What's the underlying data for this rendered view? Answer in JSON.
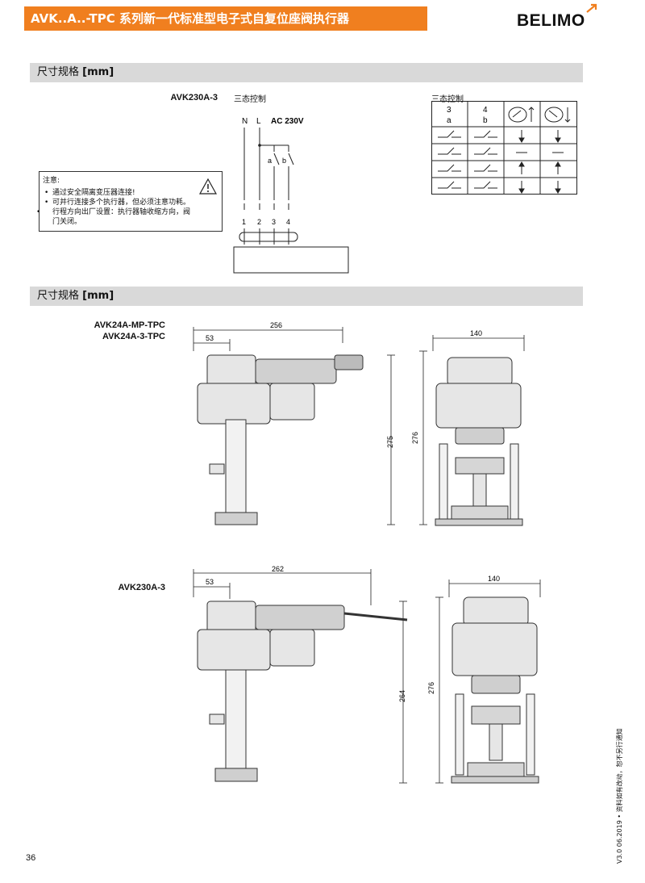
{
  "header": {
    "title": "AVK..A..-TPC 系列新一代标准型电子式自复位座阀执行器",
    "logo": "BELIMO",
    "brand_color": "#f07f1f"
  },
  "section1": {
    "title_prefix": "尺寸规格",
    "title_unit": "[mm]",
    "model": "AVK230A-3",
    "wiring_label": "三态控制",
    "terminals": [
      "N",
      "L"
    ],
    "supply": "AC 230V",
    "switch_labels": [
      "a",
      "b"
    ],
    "terminal_numbers": [
      "1",
      "2",
      "3",
      "4"
    ],
    "table_title": "三态控制",
    "table_headers": [
      "3",
      "a",
      "4",
      "b"
    ],
    "note": {
      "title": "注意:",
      "items": [
        "通过安全隔离变压器连接!",
        "可并行连接多个执行器，但必须注意功耗。",
        "行程方向出厂设置：执行器轴收缩方向，阀门关闭。"
      ]
    }
  },
  "section2": {
    "title_prefix": "尺寸规格",
    "title_unit": "[mm]",
    "models_top": [
      "AVK24A-MP-TPC",
      "AVK24A-3-TPC"
    ],
    "model_bottom": "AVK230A-3",
    "top_dims": {
      "width": "256",
      "offset": "53",
      "height": "275",
      "depth": "140",
      "depth_height": "276"
    },
    "bottom_dims": {
      "width": "262",
      "offset": "53",
      "height": "264",
      "depth": "140",
      "depth_height": "276"
    }
  },
  "footer": {
    "page": "36",
    "version": "V3.0 06.2019 • 资料如有改动，恕不另行通知"
  }
}
